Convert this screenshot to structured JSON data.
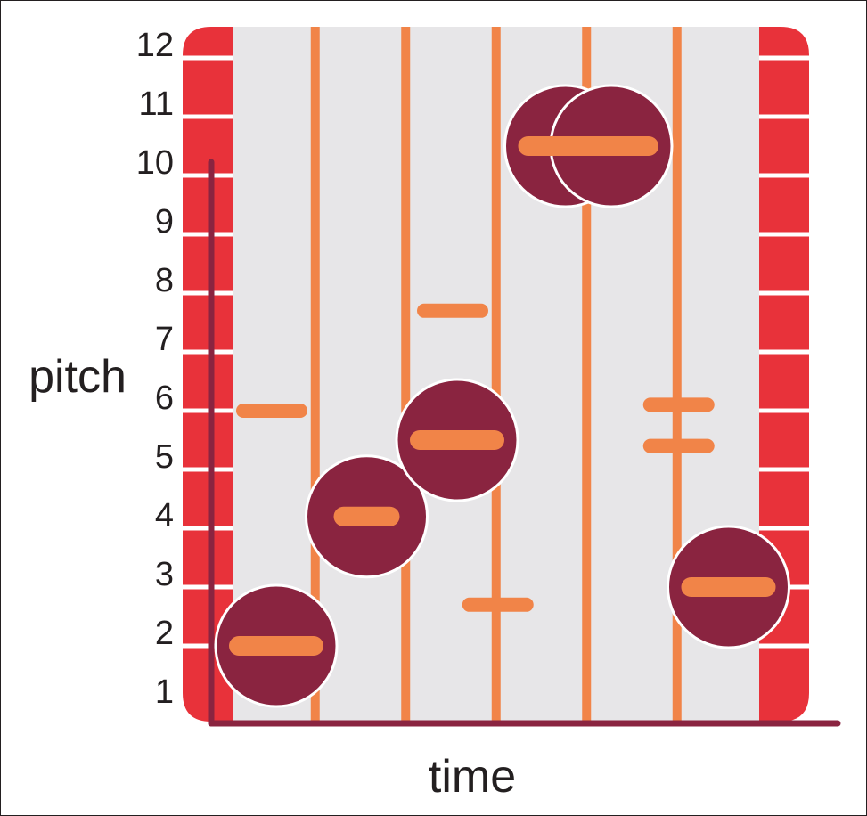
{
  "axes": {
    "x_label": "time",
    "y_label": "pitch",
    "y_ticks": [
      "1",
      "2",
      "3",
      "4",
      "5",
      "6",
      "7",
      "8",
      "9",
      "10",
      "11",
      "12"
    ]
  },
  "colors": {
    "background_panel": "#e7e6e8",
    "border_stripes": "#e8323a",
    "dividers": "#f18448",
    "axis_line": "#8a2440",
    "note_circle": "#8a2440",
    "note_dash": "#f18448",
    "text": "#231f20"
  },
  "chart_data": {
    "type": "scatter",
    "x_unit": "time column",
    "y_unit": "pitch",
    "columns": 6,
    "ylim": [
      1,
      12
    ],
    "notes": [
      {
        "column": 1,
        "pitch": 1.5
      },
      {
        "column": 2,
        "pitch": 3.7
      },
      {
        "column": 3,
        "pitch": 5.0
      },
      {
        "column": 4,
        "pitch": 10.0
      },
      {
        "column": 5,
        "pitch": 10.0
      },
      {
        "column": 6,
        "pitch": 2.5
      }
    ],
    "short_marks": [
      {
        "column": 1,
        "pitch": 5.5
      },
      {
        "column": 3,
        "pitch": 7.2
      },
      {
        "column": 3.5,
        "pitch": 2.2
      },
      {
        "column": 5.5,
        "pitch": 5.6
      },
      {
        "column": 5.5,
        "pitch": 4.9
      }
    ]
  }
}
